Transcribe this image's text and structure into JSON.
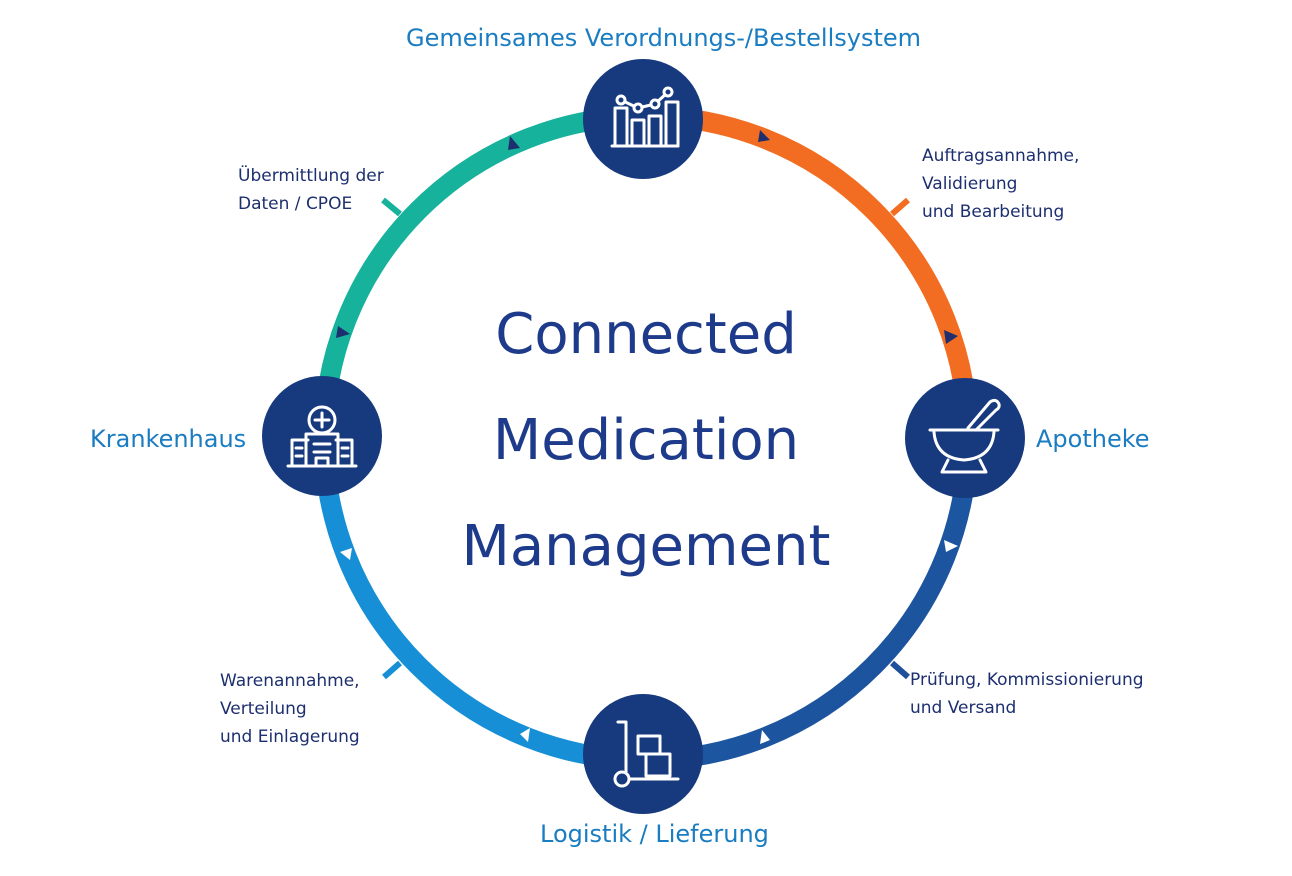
{
  "title_lines": [
    "Connected",
    "Medication",
    "Management"
  ],
  "nodes": {
    "top": "Gemeinsames Verordnungs-/Bestellsystem",
    "right": "Apotheke",
    "bottom": "Logistik / Lieferung",
    "left": "Krankenhaus"
  },
  "steps": {
    "top_left": [
      "Übermittlung der",
      "Daten / CPOE"
    ],
    "top_right": [
      "Auftragsannahme,",
      "Validierung",
      "und Bearbeitung"
    ],
    "bottom_right": [
      "Prüfung, Kommissionierung",
      "und Versand"
    ],
    "bottom_left": [
      "Warenannahme,",
      "Verteilung",
      "und Einlagerung"
    ]
  },
  "icons": {
    "top": "bar-chart-trend-icon",
    "right": "mortar-pestle-icon",
    "bottom": "hand-truck-icon",
    "left": "hospital-icon"
  },
  "colors": {
    "teal": "#16b29b",
    "orange": "#f26d21",
    "dark_blue": "#1f5aa6",
    "mid_blue": "#168fd6",
    "node_fill": "#173a7e",
    "label_blue": "#1a7cc1",
    "text_navy": "#1d2f6f"
  }
}
